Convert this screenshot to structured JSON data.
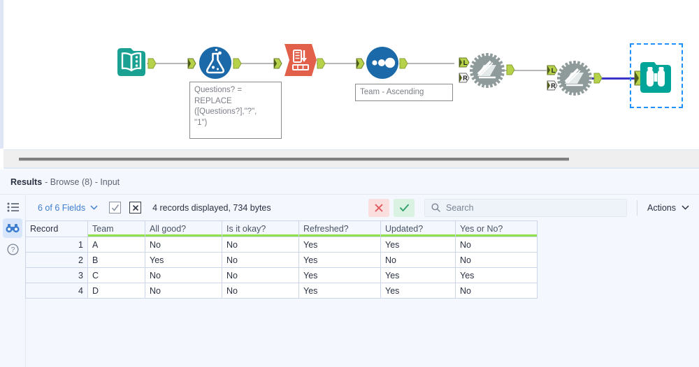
{
  "canvas": {
    "nodes": [
      {
        "id": "input-data",
        "icon": "book-icon",
        "label": ""
      },
      {
        "id": "formula",
        "icon": "flask-icon",
        "label": ""
      },
      {
        "id": "select",
        "icon": "select-icon",
        "label": ""
      },
      {
        "id": "sort",
        "icon": "sort-dots-icon",
        "label": ""
      },
      {
        "id": "join-1",
        "icon": "join-gear-icon",
        "label": ""
      },
      {
        "id": "join-2",
        "icon": "join-gear-icon",
        "label": ""
      },
      {
        "id": "browse",
        "icon": "binoculars-icon",
        "label": ""
      }
    ],
    "annotations": [
      {
        "id": "formula-annotation",
        "text": "Questions? =\nREPLACE\n([Questions?],\"?\",\n\"1\")"
      },
      {
        "id": "sort-annotation",
        "text": "Team - Ascending"
      }
    ],
    "port_labels": {
      "left": "L",
      "right": "R"
    },
    "colors": {
      "input_teal": "#1aa192",
      "formula_blue": "#1b69a8",
      "select_red": "#e2604a",
      "join_grey": "#8f9a9a",
      "browse_teal": "#00a499",
      "plug_green": "#b5d24a",
      "wire": "#b8b8b8",
      "wire_selected": "#3a34c8",
      "selection": "#1e90ff"
    }
  },
  "results": {
    "title": "Results",
    "subtitle": "- Browse (8) - Input",
    "rail": [
      {
        "name": "list-icon",
        "active": false
      },
      {
        "name": "binoculars-icon",
        "active": true
      },
      {
        "name": "help-icon",
        "active": false
      }
    ],
    "toolbar": {
      "fields_label": "6 of 6 Fields",
      "chevron_icon": "chevron-down-icon",
      "check_button_icon": "checkbox-checked-icon",
      "clear_button_icon": "checkbox-x-icon",
      "record_info": "4 records displayed, 734 bytes",
      "cancel_icon": "x-icon",
      "confirm_icon": "check-icon",
      "search_icon": "search-icon",
      "search_placeholder": "Search",
      "search_value": "",
      "actions_label": "Actions",
      "actions_chevron_icon": "chevron-down-icon"
    },
    "table": {
      "columns": [
        "Record",
        "Team",
        "All good?",
        "Is it okay?",
        "Refreshed?",
        "Updated?",
        "Yes or No?"
      ],
      "rows": [
        [
          "1",
          "A",
          "No",
          "No",
          "Yes",
          "Yes",
          "No"
        ],
        [
          "2",
          "B",
          "Yes",
          "No",
          "Yes",
          "No",
          "No"
        ],
        [
          "3",
          "C",
          "No",
          "No",
          "Yes",
          "Yes",
          "Yes"
        ],
        [
          "4",
          "D",
          "No",
          "No",
          "Yes",
          "Yes",
          "No"
        ]
      ]
    }
  }
}
